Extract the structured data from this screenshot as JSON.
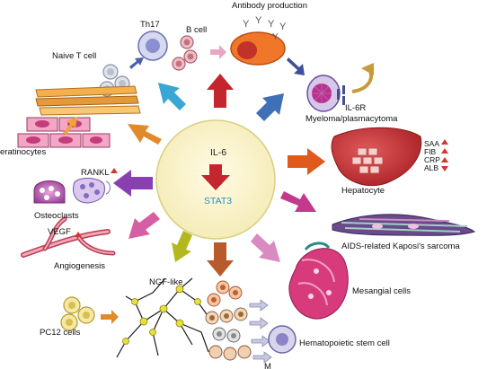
{
  "center": {
    "title": "IL-6",
    "pathway": "STAT3"
  },
  "labels": {
    "antibody_production": "Antibody production",
    "th17": "Th17",
    "b_cell": "B cell",
    "naive_t_cell": "Naive T cell",
    "il6r": "IL-6R",
    "myeloma": "Myeloma/plasmacytoma",
    "keratinocytes": "eratinocytes",
    "hepatocyte": "Hepatocyte",
    "rankl": "RANKL",
    "osteoclasts": "Osteoclasts",
    "vegf": "VEGF",
    "angiogenesis": "Angiogenesis",
    "kaposi": "AIDS-related Kaposi's sarcoma",
    "ngf_like": "NGF-like",
    "mesangial": "Mesangial cells",
    "pc12": "PC12 cells",
    "hsc": "Hematopoietic stem cell",
    "bottom_cut": "M"
  },
  "lab_markers": [
    "SAA",
    "FIB",
    "CRP",
    "ALB"
  ],
  "colors": {
    "center_fill": "#fbf6cf",
    "center_stroke": "#d9cf83",
    "arrow_red": "#c4262e",
    "arrow_blue": "#3f6fb5",
    "arrow_cyan": "#3aa6d3",
    "arrow_orange": "#e08a2a",
    "arrow_purple": "#8a3fb0",
    "arrow_pink": "#d65fa4",
    "arrow_yellowgreen": "#b3b81f",
    "arrow_brown": "#b85a2a",
    "arrow_magenta": "#c33a8c",
    "arrow_lightpink": "#d98ac0",
    "stat3_text": "#2e8fc9"
  }
}
